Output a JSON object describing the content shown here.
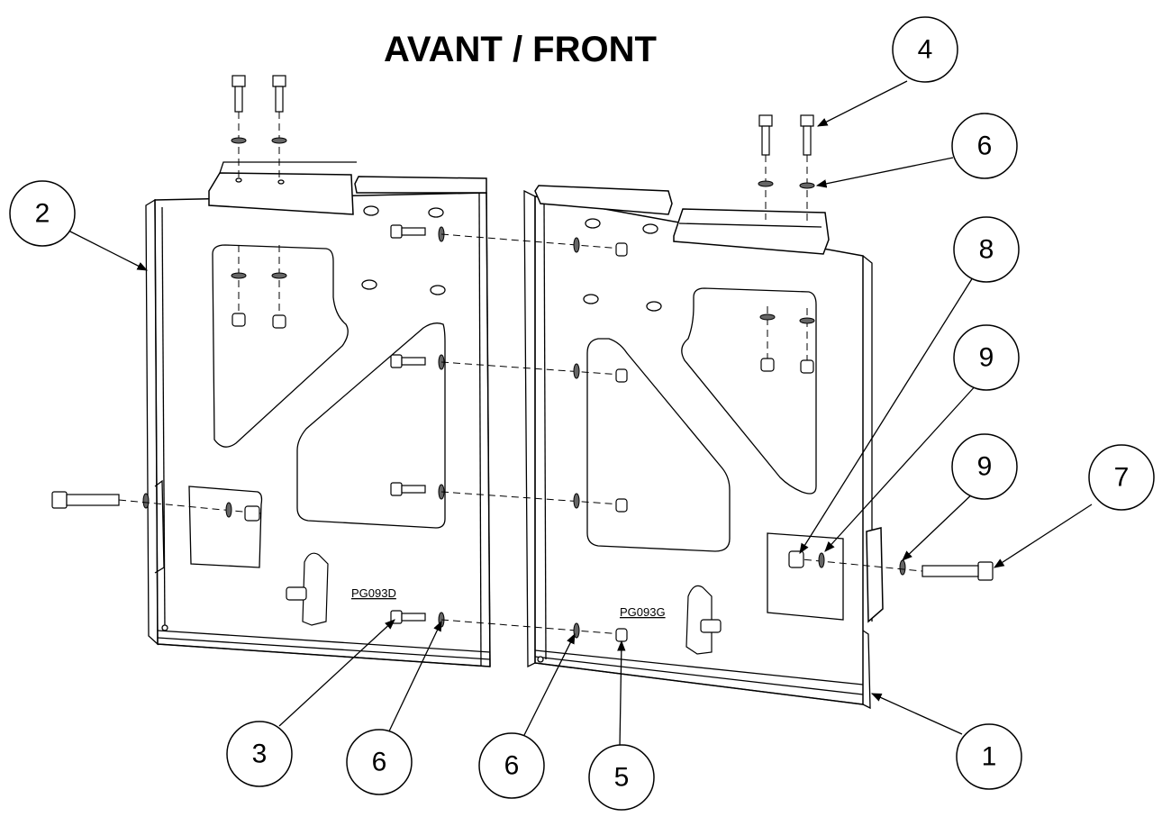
{
  "title": "AVANT / FRONT",
  "engravings": {
    "left_plate": "PG093D",
    "right_plate": "PG093G"
  },
  "balloons": [
    {
      "id": "b1",
      "label": "1"
    },
    {
      "id": "b2",
      "label": "2"
    },
    {
      "id": "b3",
      "label": "3"
    },
    {
      "id": "b4",
      "label": "4"
    },
    {
      "id": "b5",
      "label": "5"
    },
    {
      "id": "b6a",
      "label": "6"
    },
    {
      "id": "b6b",
      "label": "6"
    },
    {
      "id": "b6c",
      "label": "6"
    },
    {
      "id": "b7",
      "label": "7"
    },
    {
      "id": "b8",
      "label": "8"
    },
    {
      "id": "b9a",
      "label": "9"
    },
    {
      "id": "b9b",
      "label": "9"
    }
  ]
}
